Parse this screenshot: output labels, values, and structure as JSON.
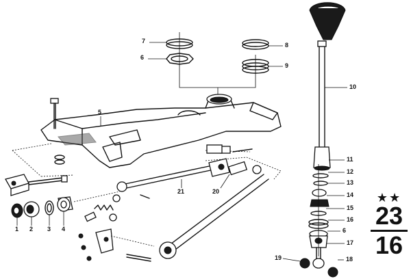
{
  "part_numbers": {
    "p1": "1",
    "p2": "2",
    "p3": "3",
    "p4": "4",
    "p5": "5",
    "p6": "6",
    "p6b": "6",
    "p7": "7",
    "p8": "8",
    "p9": "9",
    "p10": "10",
    "p11": "11",
    "p12": "12",
    "p13": "13",
    "p14": "14",
    "p15": "15",
    "p16": "16",
    "p17": "17",
    "p18": "18",
    "p19": "19",
    "p20": "20",
    "p21": "21"
  },
  "group_code": {
    "stars": "★★",
    "main": "23",
    "sub": "16"
  }
}
